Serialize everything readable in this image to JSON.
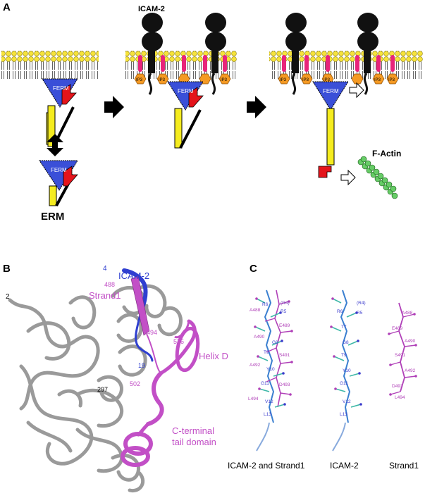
{
  "panel_a": {
    "letter": "A",
    "icam2_label": "ICAM-2",
    "ferm_label": "FERM",
    "ip3_label": "IP3",
    "erm_label": "ERM",
    "factin_label": "F-Actin"
  },
  "panel_b": {
    "letter": "B",
    "icam2_label": "ICAM-2",
    "strand1_label": "Strand1",
    "helixd_label": "Helix D",
    "ctail_label_1": "C-terminal",
    "ctail_label_2": "tail domain",
    "residues": {
      "r4": "4",
      "r2": "2",
      "r488": "488",
      "r494": "494",
      "r576": "576",
      "r19": "19",
      "r502": "502",
      "r297": "297"
    }
  },
  "panel_c": {
    "letter": "C",
    "captions": [
      "ICAM-2 and Strand1",
      "ICAM-2",
      "Strand1"
    ],
    "combined_labels": [
      "(R4)",
      "R6",
      "A488",
      "R5",
      "E489",
      "A490",
      "G8",
      "T9",
      "S491",
      "A492",
      "Y10",
      "G11",
      "D493",
      "L494",
      "V12",
      "L13"
    ],
    "icam_labels": [
      "(R4)",
      "R6",
      "R5",
      "T7",
      "G8",
      "T9",
      "Y10",
      "G11",
      "V12",
      "L13"
    ],
    "strand_labels": [
      "A488",
      "E489",
      "A490",
      "S491",
      "A492",
      "D493",
      "L494"
    ]
  },
  "colors": {
    "ferm_blue": "#3a4fd8",
    "erm_yellow": "#f5ec1f",
    "erm_red": "#e4141b",
    "pink": "#e8247a",
    "ip3_orange": "#f59a23",
    "lipid_yellow": "#f6e33a",
    "ribbon_grey": "#9a9a9a",
    "ribbon_magenta": "#c24fc6",
    "ribbon_blue": "#2f3fd0",
    "actin_green": "#66cc66"
  }
}
